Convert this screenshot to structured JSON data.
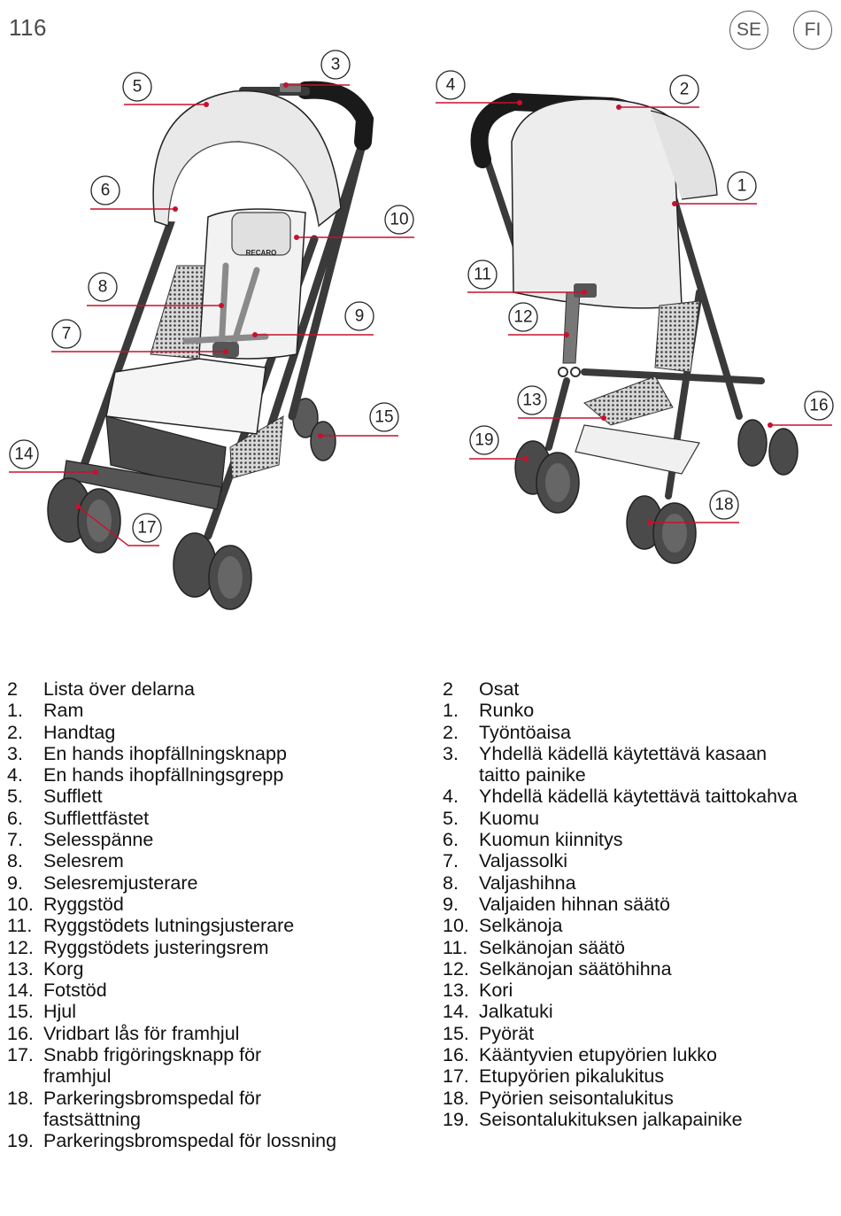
{
  "page_number": "116",
  "languages": [
    "SE",
    "FI"
  ],
  "callouts": {
    "left": [
      "5",
      "3",
      "6",
      "10",
      "8",
      "9",
      "7",
      "15",
      "14",
      "17"
    ],
    "right": [
      "4",
      "2",
      "1",
      "11",
      "12",
      "13",
      "16",
      "19",
      "18"
    ]
  },
  "stroller_logo_text": "RECARO",
  "lists": {
    "se": {
      "section_number": "2",
      "heading": "Lista över delarna",
      "items": [
        {
          "n": "1.",
          "t": "Ram"
        },
        {
          "n": "2.",
          "t": "Handtag"
        },
        {
          "n": "3.",
          "t": "En hands ihopfällningsknapp"
        },
        {
          "n": "4.",
          "t": "En hands ihopfällningsgrepp"
        },
        {
          "n": "5.",
          "t": "Sufflett"
        },
        {
          "n": "6.",
          "t": "Sufflettfästet"
        },
        {
          "n": "7.",
          "t": "Selesspänne"
        },
        {
          "n": "8.",
          "t": "Selesrem"
        },
        {
          "n": "9.",
          "t": "Selesremjusterare"
        },
        {
          "n": "10.",
          "t": "Ryggstöd"
        },
        {
          "n": "11.",
          "t": "Ryggstödets lutningsjusterare"
        },
        {
          "n": "12.",
          "t": "Ryggstödets justeringsrem"
        },
        {
          "n": "13.",
          "t": "Korg"
        },
        {
          "n": "14.",
          "t": "Fotstöd"
        },
        {
          "n": "15.",
          "t": "Hjul"
        },
        {
          "n": "16.",
          "t": "Vridbart lås för framhjul"
        },
        {
          "n": "17.",
          "t": "Snabb frigöringsknapp för"
        },
        {
          "n": "",
          "t": "framhjul"
        },
        {
          "n": "18.",
          "t": "Parkeringsbromspedal för"
        },
        {
          "n": "",
          "t": "fastsättning"
        },
        {
          "n": "19.",
          "t": "Parkeringsbromspedal för lossning"
        }
      ]
    },
    "fi": {
      "section_number": "2",
      "heading": "Osat",
      "items": [
        {
          "n": "1.",
          "t": "Runko"
        },
        {
          "n": "2.",
          "t": "Työntöaisa"
        },
        {
          "n": "3.",
          "t": "Yhdellä kädellä käytettävä kasaan"
        },
        {
          "n": "",
          "t": "taitto painike"
        },
        {
          "n": "4.",
          "t": "Yhdellä kädellä käytettävä taittokahva"
        },
        {
          "n": "5.",
          "t": "Kuomu"
        },
        {
          "n": "6.",
          "t": "Kuomun kiinnitys"
        },
        {
          "n": "7.",
          "t": "Valjassolki"
        },
        {
          "n": "8.",
          "t": "Valjashihna"
        },
        {
          "n": "9.",
          "t": "Valjaiden hihnan säätö"
        },
        {
          "n": "10.",
          "t": "Selkänoja"
        },
        {
          "n": "11.",
          "t": "Selkänojan säätö"
        },
        {
          "n": "12.",
          "t": "Selkänojan säätöhihna"
        },
        {
          "n": "13.",
          "t": "Kori"
        },
        {
          "n": "14.",
          "t": "Jalkatuki"
        },
        {
          "n": "15.",
          "t": "Pyörät"
        },
        {
          "n": "16.",
          "t": "Kääntyvien etupyörien lukko"
        },
        {
          "n": "17.",
          "t": "Etupyörien pikalukitus"
        },
        {
          "n": "18.",
          "t": "Pyörien seisontalukitus"
        },
        {
          "n": "19.",
          "t": "Seisontalukituksen jalkapainike"
        }
      ]
    }
  }
}
